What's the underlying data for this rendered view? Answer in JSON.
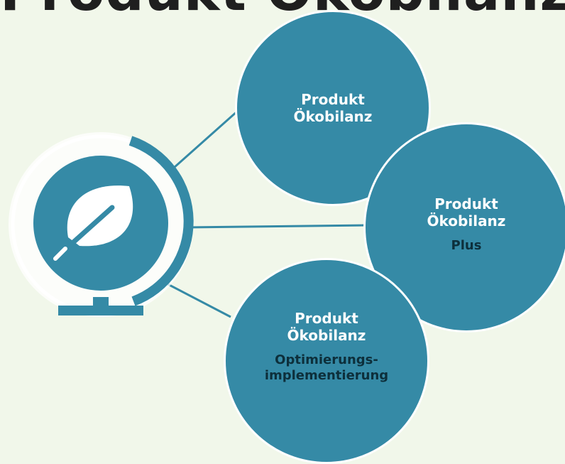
{
  "page_title": "Produkt Ökobilanz",
  "colors": {
    "background": "#f1f7ea",
    "circle_fill": "#358aa6",
    "circle_border": "#ffffff",
    "connector": "#358aa6",
    "sub_text": "#0d2f3b"
  },
  "icon": "globe-leaf-icon",
  "bubbles": [
    {
      "title": "Produkt\nÖkobilanz",
      "subtitle": ""
    },
    {
      "title": "Produkt\nÖkobilanz",
      "subtitle": "Plus"
    },
    {
      "title": "Produkt\nÖkobilanz",
      "subtitle": "Optimierungs-\nimplementierung"
    }
  ]
}
